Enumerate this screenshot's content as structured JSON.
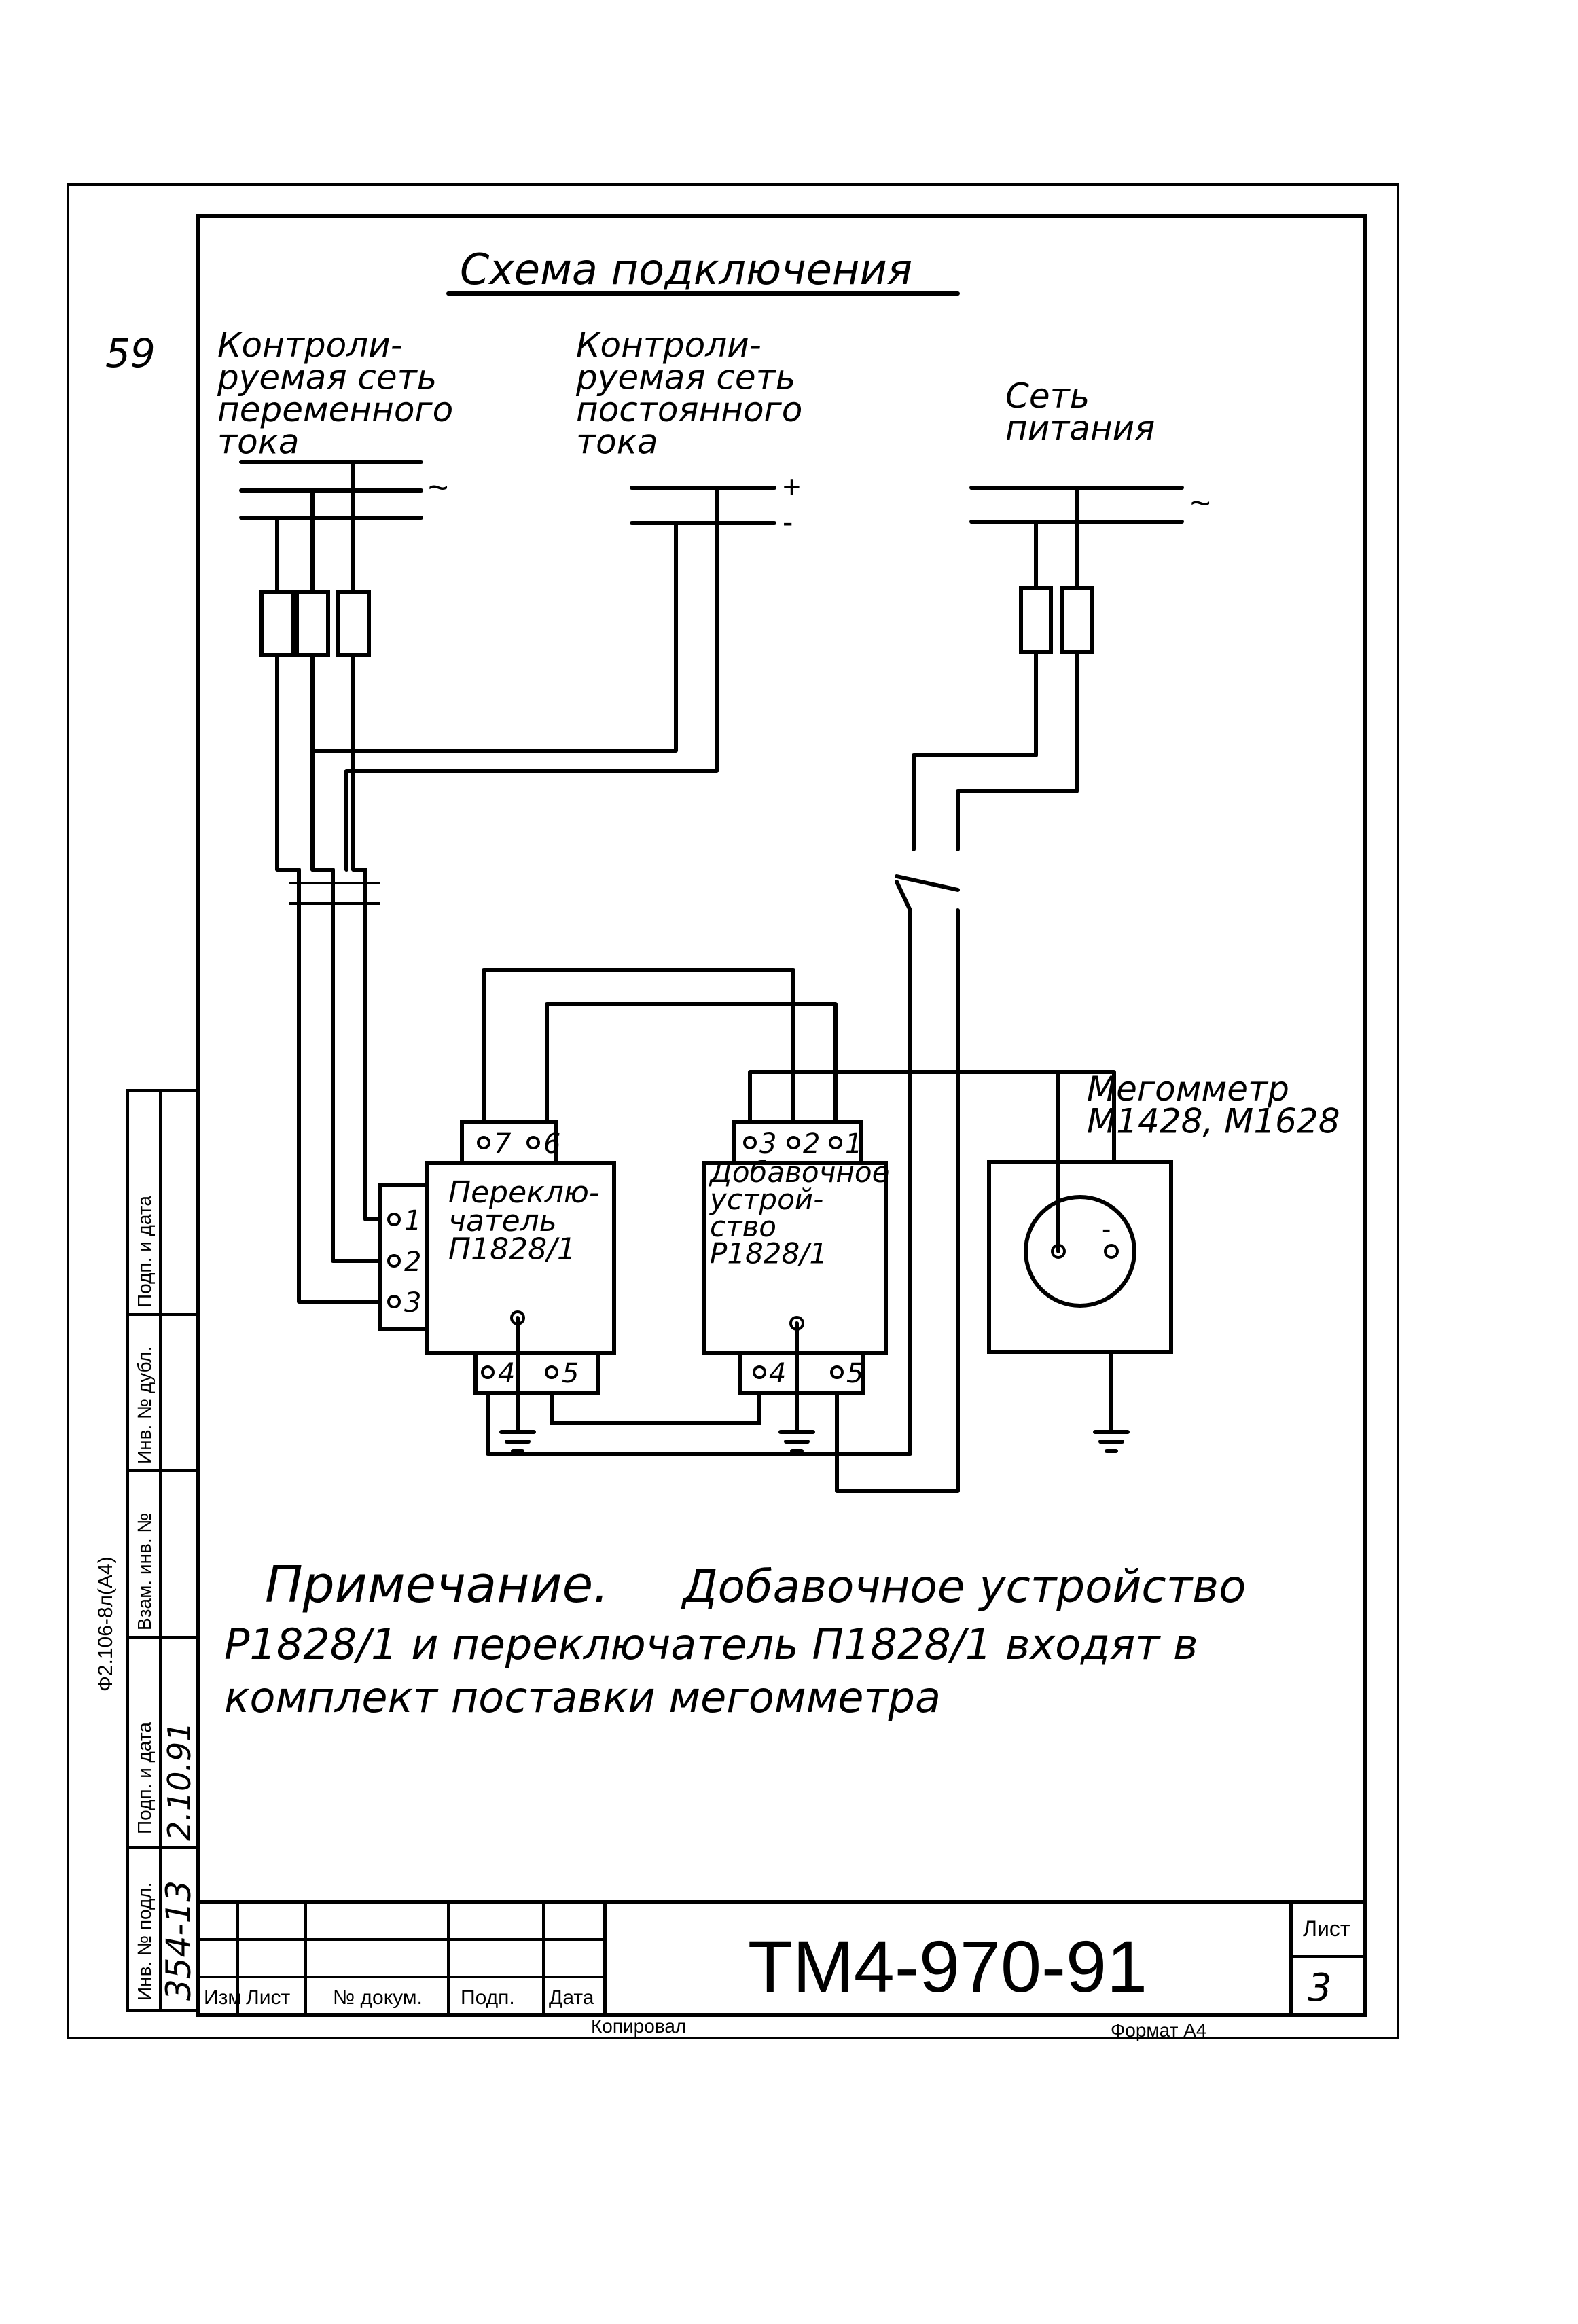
{
  "title": "Схема подключения",
  "page_number": "59",
  "sources": {
    "ac_controlled": "Контроли-\nруемая сеть\nпеременного\nтока",
    "dc_controlled": "Контроли-\nруемая сеть\nпостоянного\nтока",
    "supply": "Сеть\nпитания"
  },
  "polarity": {
    "ac1": "~",
    "plus": "+",
    "minus": "-",
    "ac2": "~"
  },
  "switch_block": {
    "label": "Переклю-\nчатель\nП1828/1",
    "terminals": [
      "1",
      "2",
      "3",
      "7",
      "6",
      "4",
      "5"
    ]
  },
  "addon_block": {
    "label": "Добавочное\nустрой-\nство\nР1828/1",
    "terminals": [
      "3",
      "2",
      "1",
      "4",
      "5"
    ]
  },
  "megohmmeter": {
    "label": "Мегомметр\nМ1428, М1628",
    "terminal_minus": "-"
  },
  "note": {
    "heading": "Примечание.",
    "text_line1": "Добавочное устройство",
    "text_line2": "Р1828/1 и переключатель П1828/1 входят в",
    "text_line3": "комплект поставки мегомметра"
  },
  "stamp": {
    "document_code": "ТМ4-970-91",
    "sheet_label": "Лист",
    "sheet_number": "3",
    "columns": [
      "Изм",
      "Лист",
      "№ докум.",
      "Подп.",
      "Дата"
    ],
    "copied": "Копировал",
    "format": "Формат А4"
  },
  "side_stamp": {
    "form": "Ф2.106-8л(А4)",
    "cells": [
      "Инв. № подл.",
      "Подп. и дата",
      "Взам. инв. №",
      "Инв. № дубл.",
      "Подп. и дата"
    ],
    "inv_number": "354-13",
    "date": "2.10.91"
  }
}
